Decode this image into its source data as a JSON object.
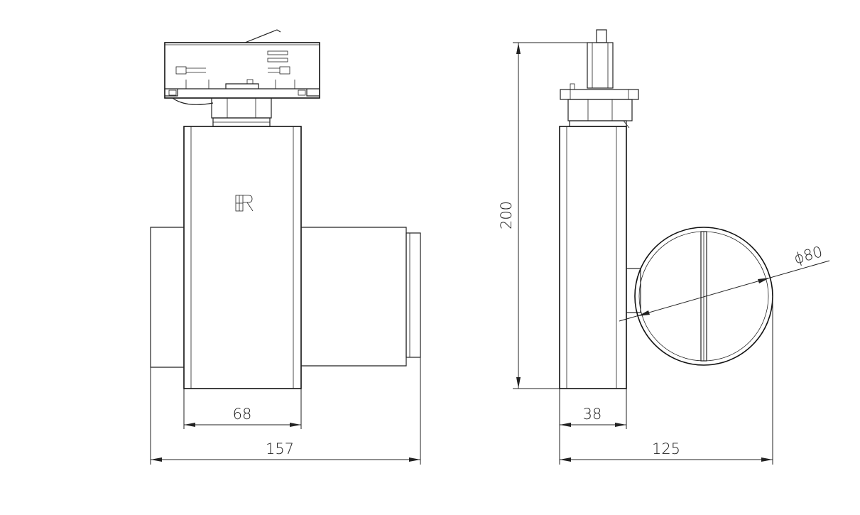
{
  "drawing": {
    "dimensions": {
      "front_body_width": "68",
      "front_total_width": "157",
      "side_height": "200",
      "side_body_width": "38",
      "side_total_width": "125",
      "side_diameter": "ϕ80"
    },
    "logo_text": "ER"
  }
}
